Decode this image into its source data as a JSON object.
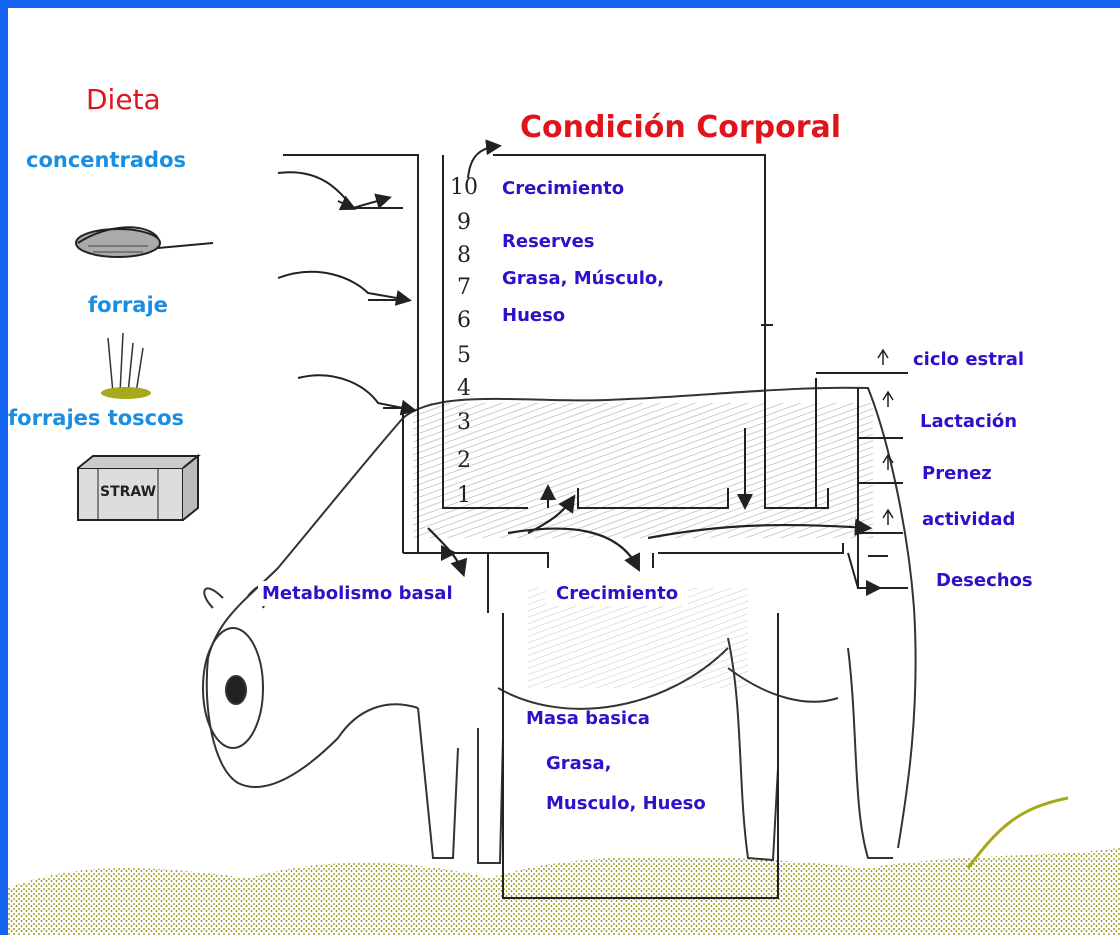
{
  "colors": {
    "frame": "#1464f0",
    "title_red": "#e0151c",
    "feed_blue": "#1a8ee0",
    "label_purple": "#3010c8",
    "grass": "#a8a81c"
  },
  "diet": {
    "title": "Dieta",
    "items": [
      {
        "label": "concentrados",
        "icon": "concentrate-feed-icon"
      },
      {
        "label": "forraje",
        "icon": "forage-grass-icon"
      },
      {
        "label": "forrajes toscos",
        "icon": "straw-bale-icon"
      }
    ],
    "bale_text": "STRAW"
  },
  "title": "Condición Corporal",
  "scale": [
    "10",
    "9",
    "8",
    "7",
    "6",
    "5",
    "4",
    "3",
    "2",
    "1"
  ],
  "upper_box": {
    "growth": "Crecimiento",
    "reserves": "Reserves",
    "reserves_detail_1": "Grasa, Músculo,",
    "reserves_detail_2": "Hueso"
  },
  "outputs": [
    "ciclo estral",
    "Lactación",
    "Prenez",
    "actividad",
    "Desechos"
  ],
  "lower": {
    "basal_metabolism": "Metabolismo basal",
    "growth": "Crecimiento",
    "base_mass": "Masa basica",
    "base_mass_detail_1": "Grasa,",
    "base_mass_detail_2": "Musculo, Hueso"
  }
}
